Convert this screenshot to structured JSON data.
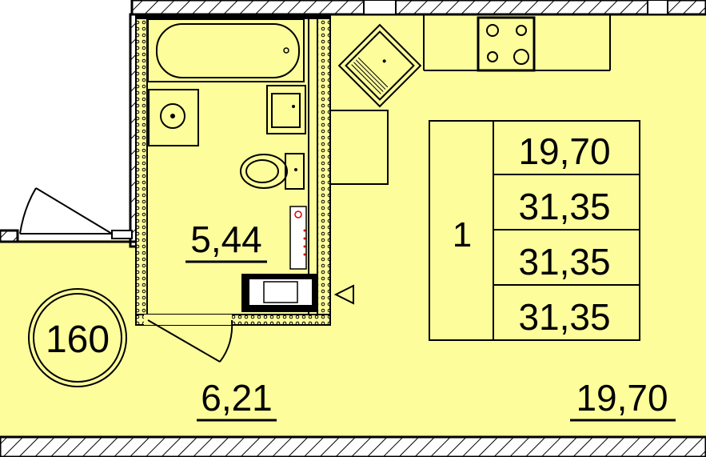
{
  "colors": {
    "room_fill": "#fdfd9c",
    "wall": "#000000",
    "hatch": "#000000",
    "outside": "#ffffff"
  },
  "rooms": {
    "bathroom_area": "5.44",
    "hall_area": "6.21",
    "living_area": "19.70"
  },
  "apartment": {
    "number": "160"
  },
  "info_table": {
    "rooms_count": "1",
    "rows": [
      "19,70",
      "31,35",
      "31,35",
      "31,35"
    ]
  },
  "labels_display": {
    "bathroom_area": "5,44",
    "hall_area": "6,21",
    "living_area": "19,70"
  },
  "icons": [
    "bathtub-icon",
    "washbasin-icon",
    "sink-icon",
    "toilet-icon",
    "kitchen-sink-icon",
    "stove-icon",
    "electrical-panel-icon",
    "entrance-triangle-icon",
    "door-icon"
  ]
}
